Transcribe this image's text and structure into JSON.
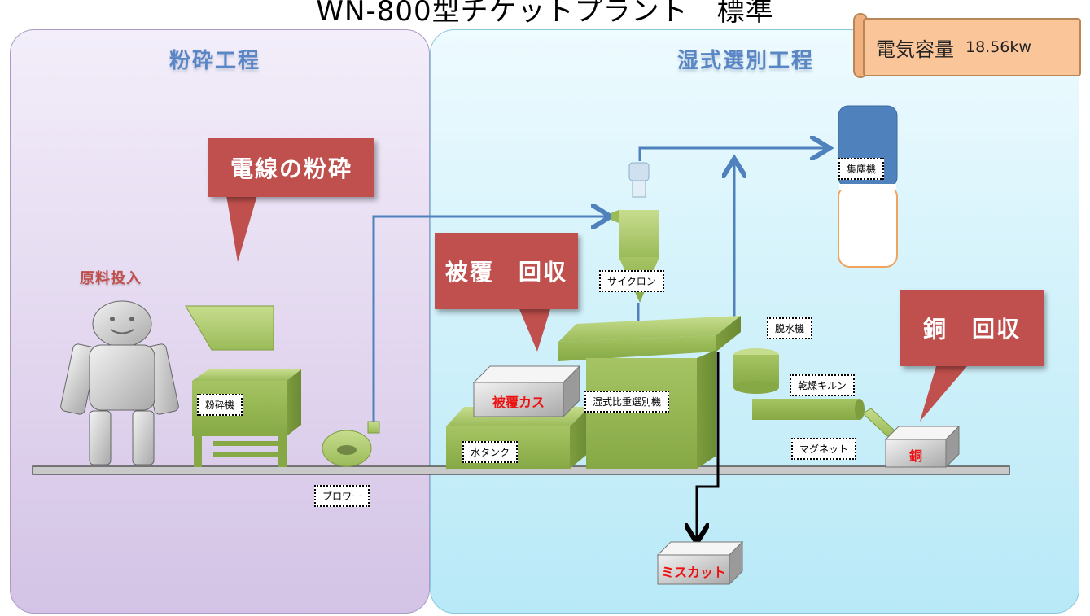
{
  "title": "WN-800型チケットプラント　標準",
  "sections": {
    "left": "粉砕工程",
    "right": "湿式選別工程"
  },
  "power": {
    "label": "電気容量",
    "value": "18.56kw"
  },
  "callouts": {
    "crush": "電線の粉砕",
    "coating": "被覆　回収",
    "copper": "銅　回収"
  },
  "material_input": "原料投入",
  "machines": {
    "crusher": "粉砕機",
    "blower": "ブロワー",
    "cyclone": "サイクロン",
    "dust_collector": "集塵機",
    "dehydrator": "脱水機",
    "dryer": "乾燥キルン",
    "magnet": "マグネット",
    "separator": "湿式比重選別機",
    "water_tank": "水タンク"
  },
  "outputs": {
    "coating_waste": "被覆カス",
    "copper": "銅",
    "miss_cut": "ミスカット"
  },
  "colors": {
    "machine_green": "#9bbb59",
    "callout_red": "#c0504d",
    "pipe_blue": "#4f81bd",
    "section_title_blue": "#5a86c5",
    "power_panel": "#fbc59a"
  }
}
